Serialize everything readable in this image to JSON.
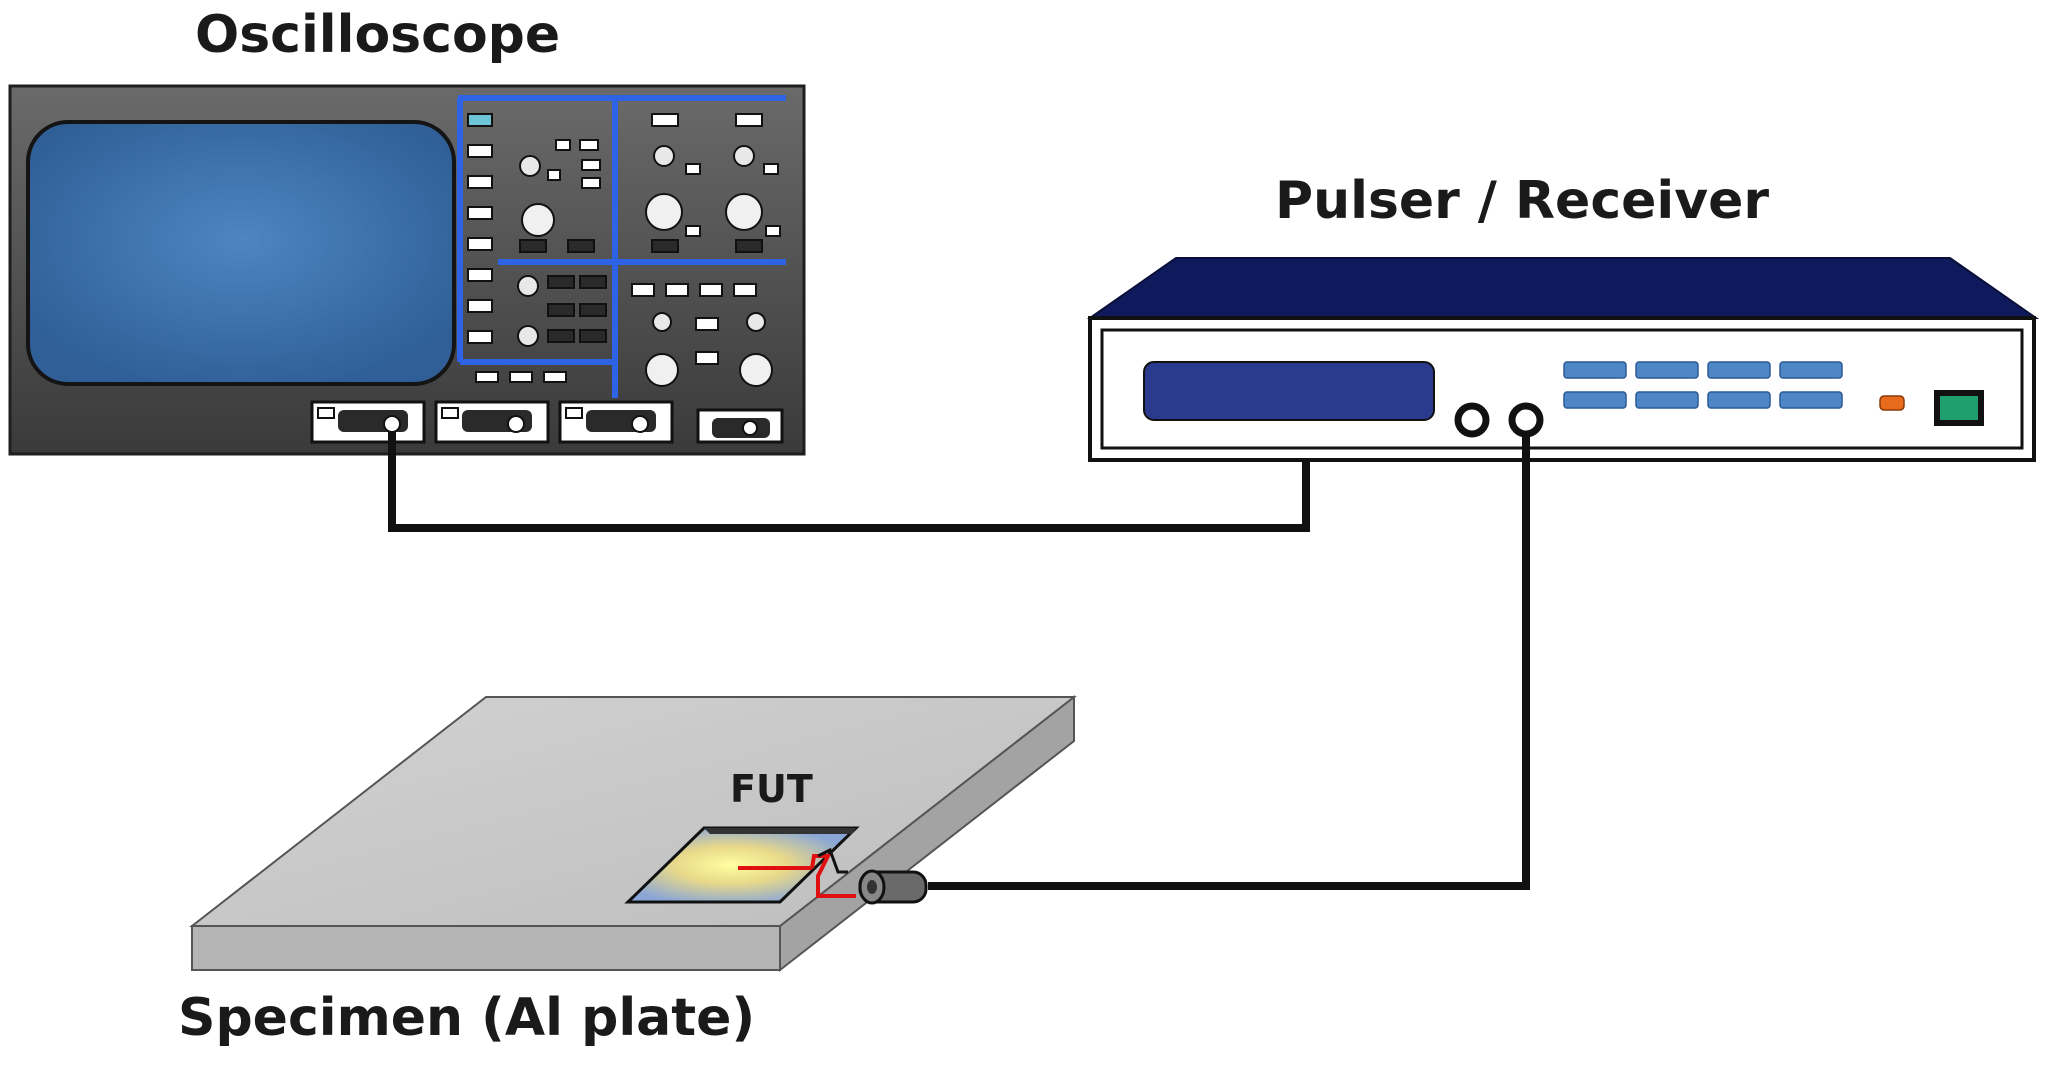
{
  "labels": {
    "oscilloscope": "Oscilloscope",
    "pulser_receiver": "Pulser / Receiver",
    "fut": "FUT",
    "specimen": "Specimen (Al plate)"
  },
  "colors": {
    "screen_blue": "#3f74ad",
    "panel_blue": "#2e63e6",
    "pulser_navy": "#0f1a5c",
    "pulser_display": "#2a3a8c",
    "button_blue": "#4f86c6",
    "led_orange": "#e86a1c",
    "power_green": "#1f9e6e",
    "cable": "#111111",
    "fut_wire": "#e01010",
    "plate_top": "#c8c8c8"
  },
  "icons": {
    "oscilloscope": "oscilloscope-icon",
    "pulser_receiver": "pulser-receiver-icon",
    "specimen": "aluminum-plate-icon",
    "sensor": "fut-sensor-icon",
    "connector": "bnc-connector-icon"
  }
}
